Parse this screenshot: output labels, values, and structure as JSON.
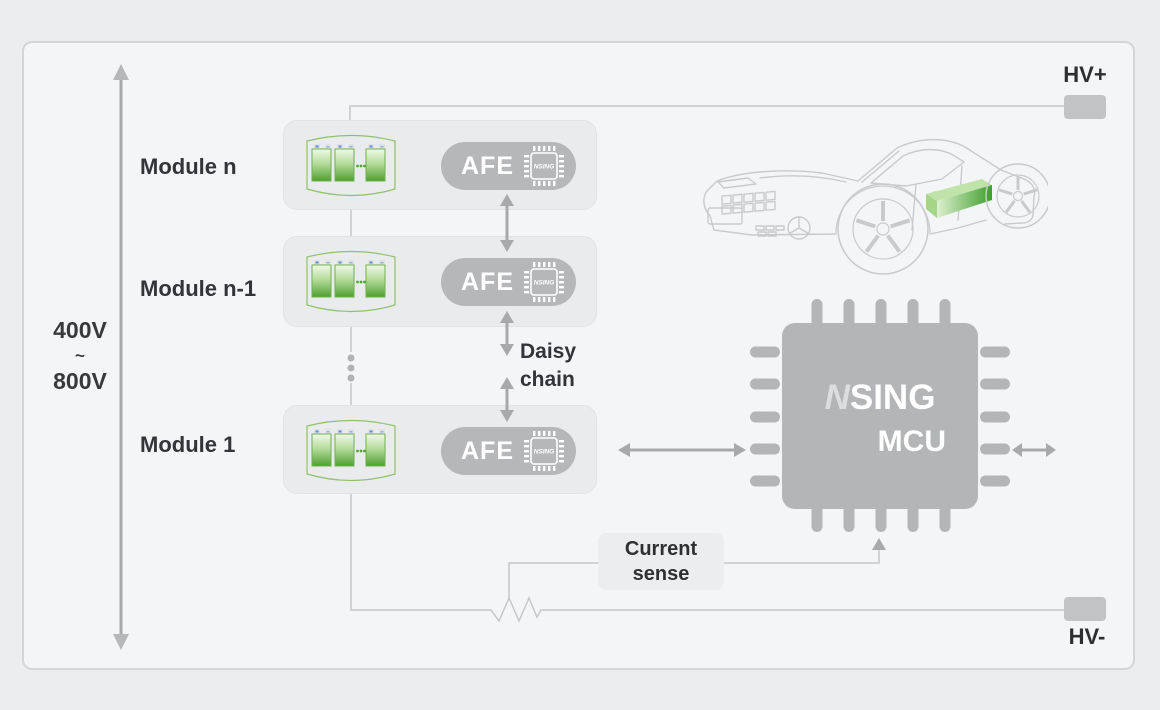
{
  "voltage_range": {
    "line1": "400V",
    "line2": "~",
    "line3": "800V"
  },
  "modules": [
    {
      "label": "Module n",
      "afe_label": "AFE",
      "chip_label": "NSING"
    },
    {
      "label": "Module n-1",
      "afe_label": "AFE",
      "chip_label": "NSING"
    },
    {
      "label": "Module 1",
      "afe_label": "AFE",
      "chip_label": "NSING"
    }
  ],
  "daisy_chain": {
    "line1": "Daisy",
    "line2": "chain"
  },
  "mcu": {
    "brand_accent": "N",
    "brand_rest": "SING",
    "label": "MCU"
  },
  "current_sense": {
    "line1": "Current",
    "line2": "sense"
  },
  "terminals": {
    "positive": "HV+",
    "negative": "HV-"
  },
  "colors": {
    "accent_green": "#4ea030",
    "chip_gray": "#b5b6b8",
    "wire_gray": "#c6c7c9",
    "arrow_gray": "#a8a9ab",
    "panel_bg": "#f4f5f7",
    "module_bg": "#eaebec"
  }
}
